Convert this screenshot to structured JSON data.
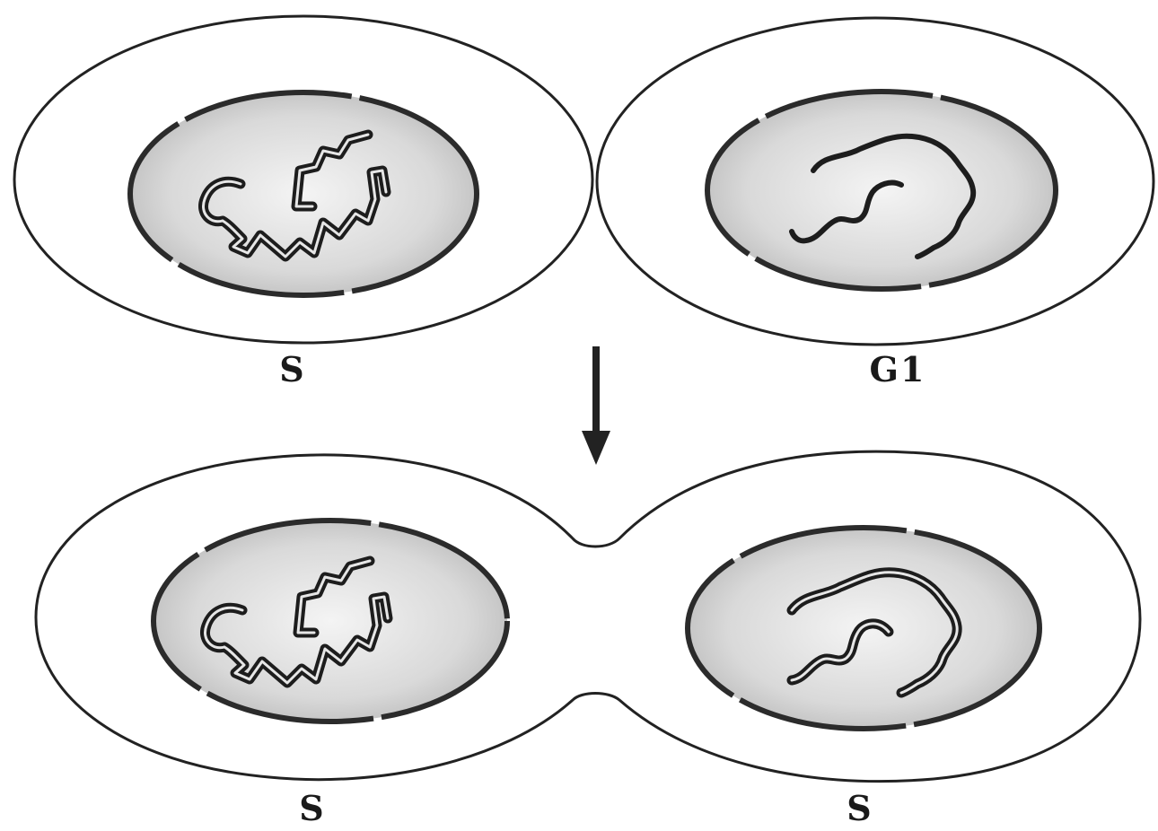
{
  "labels": {
    "top_left": "S",
    "top_right": "G1",
    "bottom_left": "S",
    "bottom_right": "S"
  }
}
